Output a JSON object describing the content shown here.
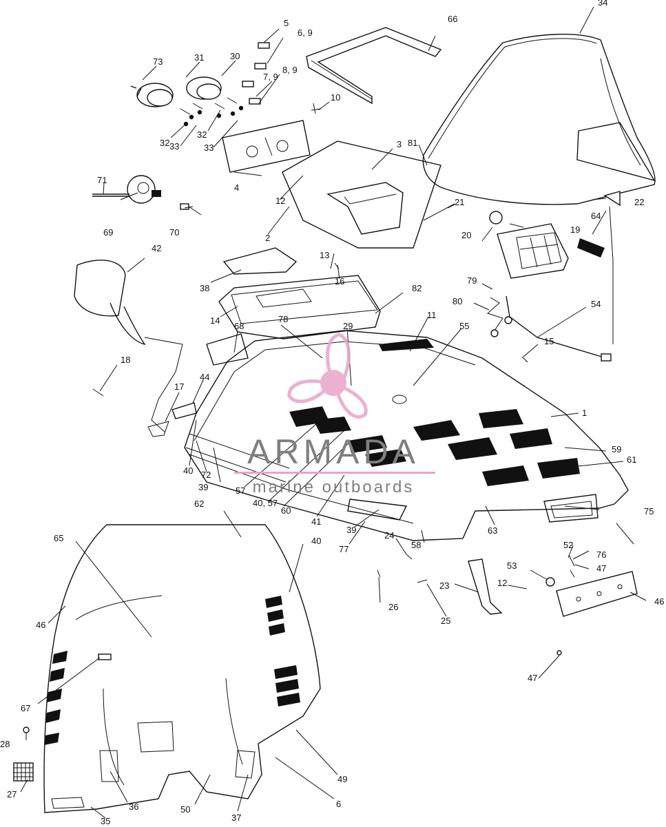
{
  "watermark": {
    "brand": "ARMADA",
    "tagline": "marine outboards",
    "logo_color": "#e9a3c9",
    "text_color": "#7f7f7f"
  },
  "callouts": [
    {
      "id": "5",
      "label": "5"
    },
    {
      "id": "6-9",
      "label": "6, 9"
    },
    {
      "id": "7-9",
      "label": "7, 9"
    },
    {
      "id": "8-9",
      "label": "8, 9"
    },
    {
      "id": "73",
      "label": "73"
    },
    {
      "id": "31",
      "label": "31"
    },
    {
      "id": "30",
      "label": "30"
    },
    {
      "id": "32a",
      "label": "32"
    },
    {
      "id": "33a",
      "label": "33"
    },
    {
      "id": "32b",
      "label": "32"
    },
    {
      "id": "33b",
      "label": "33"
    },
    {
      "id": "10",
      "label": "10"
    },
    {
      "id": "66",
      "label": "66"
    },
    {
      "id": "34",
      "label": "34"
    },
    {
      "id": "3",
      "label": "3"
    },
    {
      "id": "81",
      "label": "81"
    },
    {
      "id": "71",
      "label": "71"
    },
    {
      "id": "4",
      "label": "4"
    },
    {
      "id": "12a",
      "label": "12"
    },
    {
      "id": "21",
      "label": "21"
    },
    {
      "id": "64",
      "label": "64"
    },
    {
      "id": "22",
      "label": "22"
    },
    {
      "id": "69",
      "label": "69"
    },
    {
      "id": "70",
      "label": "70"
    },
    {
      "id": "2",
      "label": "2"
    },
    {
      "id": "20",
      "label": "20"
    },
    {
      "id": "19",
      "label": "19"
    },
    {
      "id": "13",
      "label": "13"
    },
    {
      "id": "42",
      "label": "42"
    },
    {
      "id": "38",
      "label": "38"
    },
    {
      "id": "16",
      "label": "16"
    },
    {
      "id": "82",
      "label": "82"
    },
    {
      "id": "79",
      "label": "79"
    },
    {
      "id": "54",
      "label": "54"
    },
    {
      "id": "80",
      "label": "80"
    },
    {
      "id": "14",
      "label": "14"
    },
    {
      "id": "78",
      "label": "78"
    },
    {
      "id": "29",
      "label": "29"
    },
    {
      "id": "11",
      "label": "11"
    },
    {
      "id": "55",
      "label": "55"
    },
    {
      "id": "68",
      "label": "68"
    },
    {
      "id": "15",
      "label": "15"
    },
    {
      "id": "18",
      "label": "18"
    },
    {
      "id": "44",
      "label": "44"
    },
    {
      "id": "17",
      "label": "17"
    },
    {
      "id": "1",
      "label": "1"
    },
    {
      "id": "59",
      "label": "59"
    },
    {
      "id": "61",
      "label": "61"
    },
    {
      "id": "40a",
      "label": "40"
    },
    {
      "id": "72",
      "label": "72"
    },
    {
      "id": "39a",
      "label": "39"
    },
    {
      "id": "57",
      "label": "57"
    },
    {
      "id": "40-57",
      "label": "40, 57"
    },
    {
      "id": "60",
      "label": "60"
    },
    {
      "id": "41",
      "label": "41"
    },
    {
      "id": "39b",
      "label": "39"
    },
    {
      "id": "63",
      "label": "63"
    },
    {
      "id": "75",
      "label": "75"
    },
    {
      "id": "62",
      "label": "62"
    },
    {
      "id": "77",
      "label": "77"
    },
    {
      "id": "58",
      "label": "58"
    },
    {
      "id": "24",
      "label": "24"
    },
    {
      "id": "65",
      "label": "65"
    },
    {
      "id": "40b",
      "label": "40"
    },
    {
      "id": "52",
      "label": "52"
    },
    {
      "id": "76",
      "label": "76"
    },
    {
      "id": "53",
      "label": "53"
    },
    {
      "id": "47a",
      "label": "47"
    },
    {
      "id": "23",
      "label": "23"
    },
    {
      "id": "12b",
      "label": "12"
    },
    {
      "id": "26",
      "label": "26"
    },
    {
      "id": "25",
      "label": "25"
    },
    {
      "id": "46a",
      "label": "46"
    },
    {
      "id": "46b",
      "label": "46"
    },
    {
      "id": "67",
      "label": "67"
    },
    {
      "id": "47b",
      "label": "47"
    },
    {
      "id": "28",
      "label": "28"
    },
    {
      "id": "49",
      "label": "49"
    },
    {
      "id": "27",
      "label": "27"
    },
    {
      "id": "36",
      "label": "36"
    },
    {
      "id": "50",
      "label": "50"
    },
    {
      "id": "6",
      "label": "6"
    },
    {
      "id": "35",
      "label": "35"
    },
    {
      "id": "37",
      "label": "37"
    }
  ]
}
